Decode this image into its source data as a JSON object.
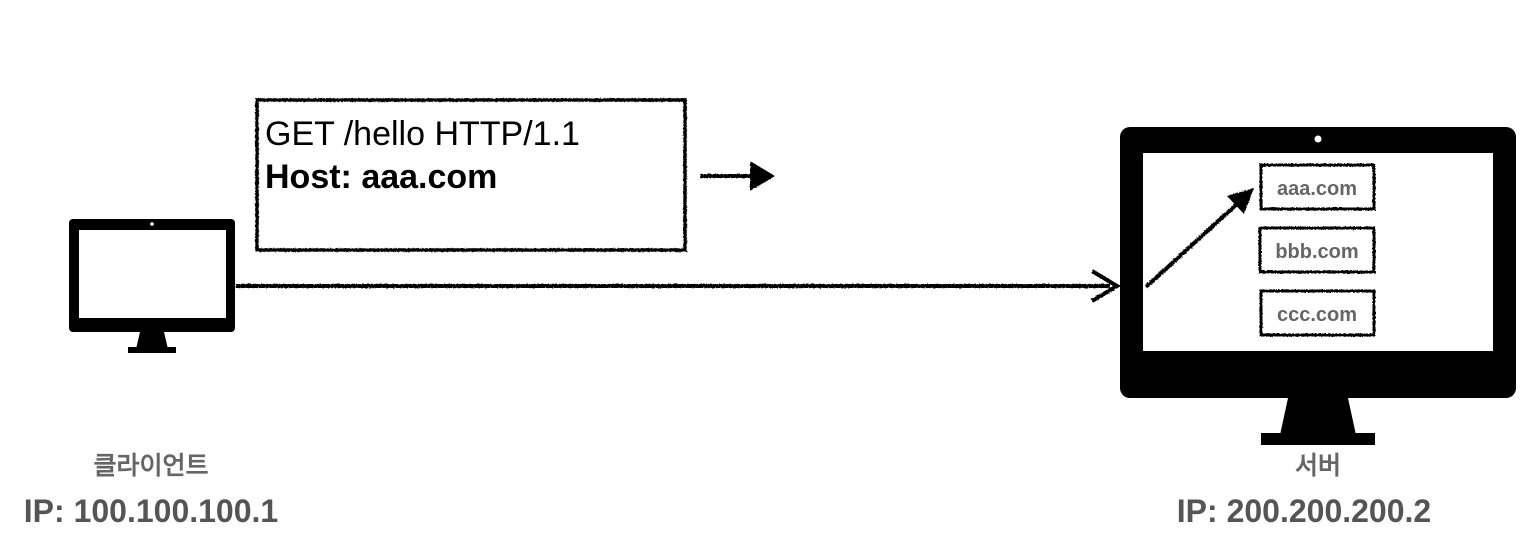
{
  "request": {
    "line1": "GET /hello HTTP/1.1",
    "line2": "Host: aaa.com"
  },
  "client": {
    "label": "클라이언트",
    "ip": "IP: 100.100.100.1",
    "icon": "monitor-icon"
  },
  "server": {
    "label": "서버",
    "ip": "IP: 200.200.200.2",
    "icon": "monitor-icon",
    "hosts": [
      "aaa.com",
      "bbb.com",
      "ccc.com"
    ]
  },
  "colors": {
    "stroke": "#000000",
    "caption": "#666666",
    "background": "#ffffff"
  }
}
